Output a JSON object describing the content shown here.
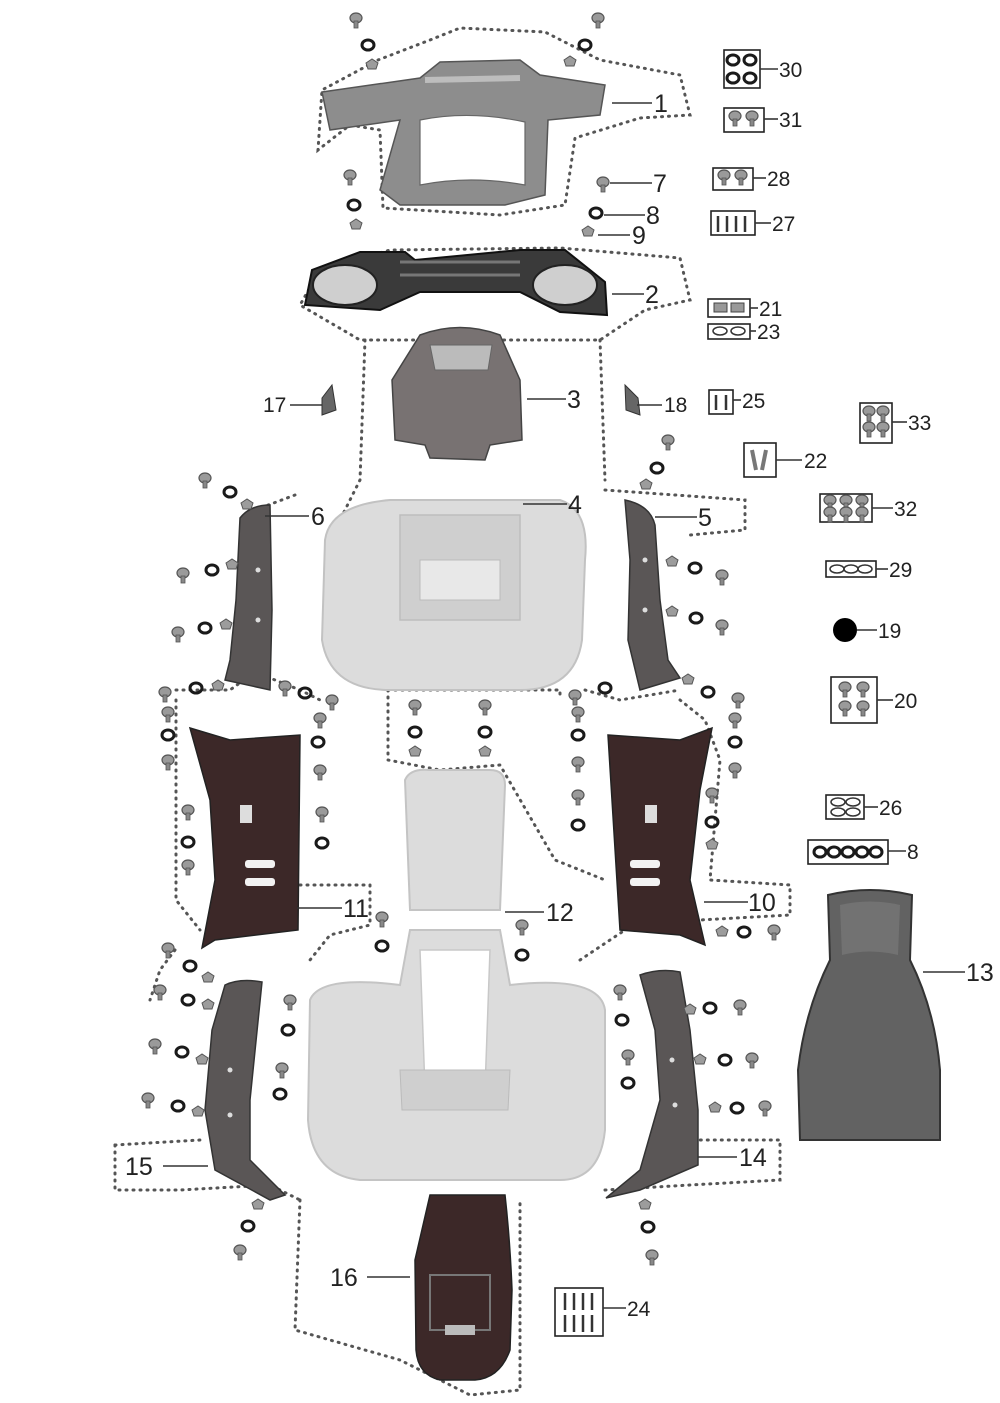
{
  "colors": {
    "plastic_grey": "#8d8d8d",
    "plastic_light": "#d9d9d9",
    "plastic_dark": "#4a4040",
    "plastic_maroon": "#3c2828",
    "ink": "#222222"
  },
  "labels": {
    "p1": "1",
    "p2": "2",
    "p3": "3",
    "p4": "4",
    "p5": "5",
    "p6": "6",
    "p7": "7",
    "p8": "8",
    "p9": "9",
    "p10": "10",
    "p11": "11",
    "p12": "12",
    "p13": "13",
    "p14": "14",
    "p15": "15",
    "p16": "16",
    "p17": "17",
    "p18": "18",
    "p19": "19",
    "p20": "20",
    "p21": "21",
    "p22": "22",
    "p23": "23",
    "p24": "24",
    "p25": "25",
    "p26": "26",
    "p27": "27",
    "p28": "28",
    "p29": "29",
    "p30": "30",
    "p31": "31",
    "p32": "32",
    "p33": "33",
    "p8b": "8"
  }
}
